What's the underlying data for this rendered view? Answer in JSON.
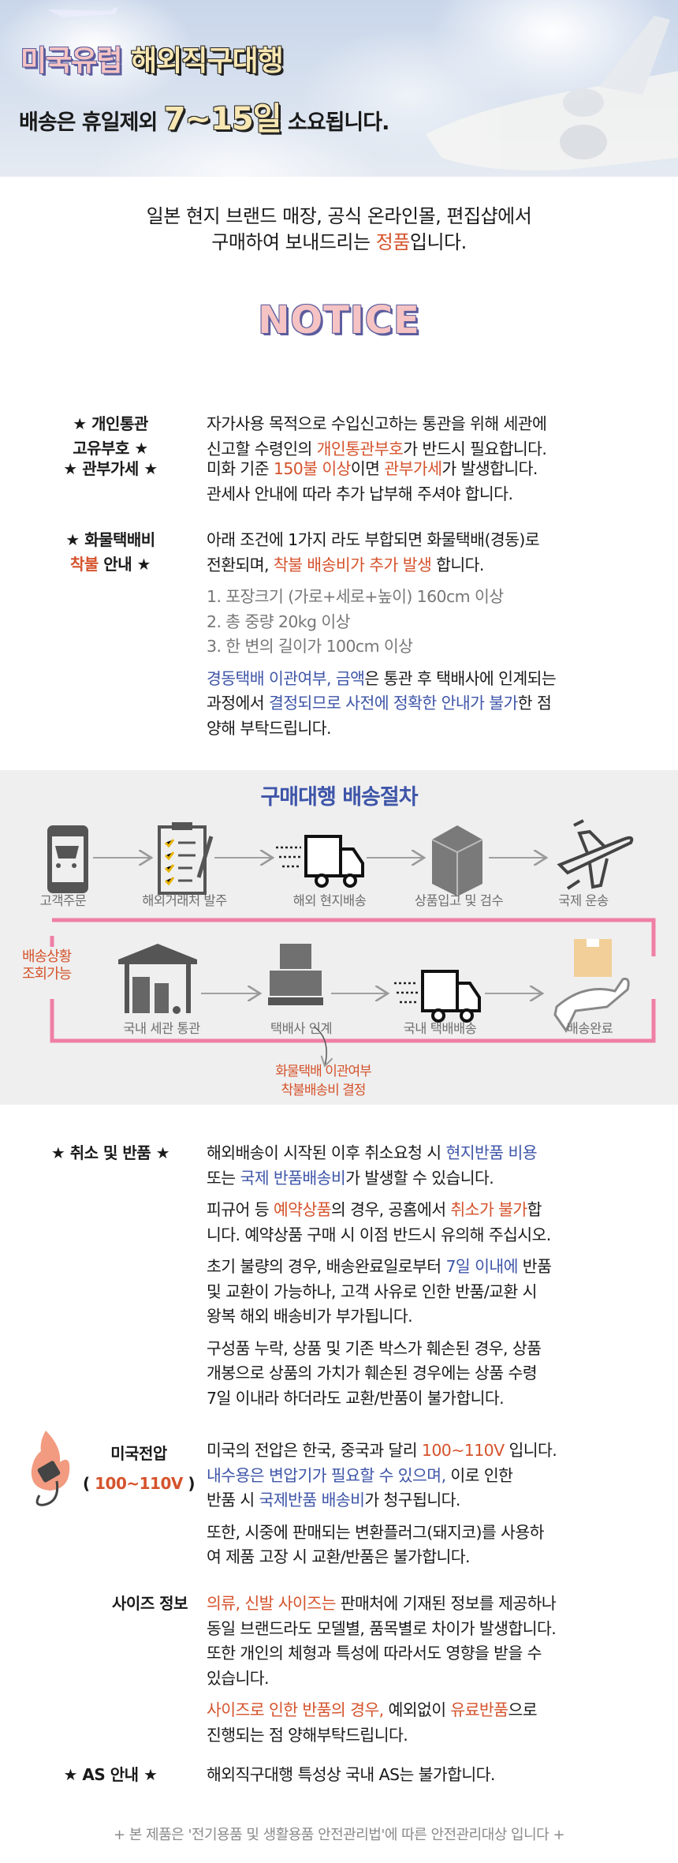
{
  "banner": {
    "title_a": "미국유럽",
    "title_b": "해외직구대행",
    "sub_a": "배송은 휴일제외",
    "sub_days": "7~15일",
    "sub_b": "소요됩니다."
  },
  "intro": {
    "line1": "일본 현지 브랜드 매장, 공식 온라인몰, 편집샵에서",
    "line2_a": "구매하여 보내드리는 ",
    "line2_hl": "정품",
    "line2_b": "입니다."
  },
  "notice_title": "NOTICE",
  "colors": {
    "orange": "#d5532c",
    "blue": "#3e55a8",
    "pink_border": "#ef7fa5",
    "gray_bg": "#efefef"
  },
  "rows": [
    {
      "id": "customs-id",
      "label": [
        [
          [
            "★ 개인통관",
            ""
          ]
        ],
        [
          [
            "고유부호 ★",
            ""
          ]
        ]
      ],
      "paras": [
        [
          [
            [
              "자가사용 목적으로 수입신고하는 통관을 위해 세관에",
              ""
            ]
          ],
          [
            [
              "신고할 수령인의 ",
              ""
            ],
            [
              "개인통관부호",
              "o"
            ],
            [
              "가 반드시 필요합니다.",
              ""
            ]
          ]
        ]
      ]
    },
    {
      "id": "duty",
      "label": [
        [
          [
            "★ 관부가세 ★",
            ""
          ]
        ]
      ],
      "paras": [
        [
          [
            [
              "미화 기준 ",
              ""
            ],
            [
              "150불 이상",
              "o"
            ],
            [
              "이면 ",
              ""
            ],
            [
              "관부가세",
              "o"
            ],
            [
              "가 발생합니다.",
              ""
            ]
          ],
          [
            [
              "관세사 안내에 따라 추가 납부해 주셔야 합니다.",
              ""
            ]
          ]
        ]
      ]
    },
    {
      "id": "freight",
      "label": [
        [
          [
            "★ 화물택배비",
            ""
          ]
        ],
        [
          [
            "착불",
            "o"
          ],
          [
            " 안내  ★",
            ""
          ]
        ]
      ],
      "paras": [
        [
          [
            [
              "아래 조건에 1가지 라도 부합되면 화물택배(경동)로",
              ""
            ]
          ],
          [
            [
              "전환되며, ",
              ""
            ],
            [
              "착불 배송비가 추가 발생",
              "o"
            ],
            [
              " 합니다.",
              ""
            ]
          ]
        ],
        [
          [
            [
              "1. 포장크기 (가로+세로+높이) 160cm 이상",
              "g"
            ]
          ],
          [
            [
              "2. 총 중량 20kg 이상",
              "g"
            ]
          ],
          [
            [
              "3. 한 변의 길이가 100cm 이상",
              "g"
            ]
          ]
        ],
        [
          [
            [
              "경동택배 이관여부, 금액",
              "b"
            ],
            [
              "은 통관 후 택배사에 인계되는",
              ""
            ]
          ],
          [
            [
              "과정에서 ",
              ""
            ],
            [
              "결정되므로 사전에 정확한 안내가 불가",
              "b"
            ],
            [
              "한 점",
              ""
            ]
          ],
          [
            [
              "양해 부탁드립니다.",
              ""
            ]
          ]
        ]
      ]
    },
    {
      "id": "cancel",
      "label": [
        [
          [
            "★ 취소 및 반품 ★",
            ""
          ]
        ]
      ],
      "paras": [
        [
          [
            [
              "해외배송이 시작된 이후 취소요청 시 ",
              ""
            ],
            [
              "현지반품 비용",
              "b"
            ]
          ],
          [
            [
              "또는 ",
              ""
            ],
            [
              "국제 반품배송비",
              "b"
            ],
            [
              "가 발생할 수 있습니다.",
              ""
            ]
          ]
        ],
        [
          [
            [
              "피규어 등 ",
              ""
            ],
            [
              "예약상품",
              "o"
            ],
            [
              "의 경우, 공홈에서 ",
              ""
            ],
            [
              "취소가 불가",
              "o"
            ],
            [
              "합",
              ""
            ]
          ],
          [
            [
              "니다. 예약상품 구매 시 이점 반드시 유의해 주십시오.",
              ""
            ]
          ]
        ],
        [
          [
            [
              "초기 불량의 경우, 배송완료일로부터 ",
              ""
            ],
            [
              "7일 이내에",
              "b"
            ],
            [
              " 반품",
              ""
            ]
          ],
          [
            [
              "및 교환이 가능하나, 고객 사유로 인한 반품/교환 시",
              ""
            ]
          ],
          [
            [
              "왕복 해외 배송비가 부가됩니다.",
              ""
            ]
          ]
        ],
        [
          [
            [
              "구성품 누락, 상품 및 기존 박스가 훼손된 경우, 상품",
              ""
            ]
          ],
          [
            [
              "개봉으로 상품의 가치가 훼손된 경우에는 상품 수령",
              ""
            ]
          ],
          [
            [
              "7일 이내라 하더라도 교환/반품이 불가합니다.",
              ""
            ]
          ]
        ]
      ]
    },
    {
      "id": "voltage",
      "label": [
        [
          [
            "미국전압",
            ""
          ]
        ],
        [
          [
            "( ",
            ""
          ],
          [
            "100~110V",
            "o"
          ],
          [
            " )",
            ""
          ]
        ]
      ],
      "paras": [
        [
          [
            [
              "미국의 전압은 한국, 중국과 달리 ",
              ""
            ],
            [
              "100~110V",
              "o"
            ],
            [
              " 입니다.",
              ""
            ]
          ],
          [
            [
              "내수용은 변압기가 필요할 수 있으며,",
              "b"
            ],
            [
              " 이로 인한",
              ""
            ]
          ],
          [
            [
              "반품 시 ",
              ""
            ],
            [
              "국제반품 배송비",
              "b"
            ],
            [
              "가 청구됩니다.",
              ""
            ]
          ]
        ],
        [
          [
            [
              "또한, 시중에 판매되는 변환플러그(돼지코)를 사용하",
              ""
            ]
          ],
          [
            [
              "여 제품 고장 시 교환/반품은 불가합니다.",
              ""
            ]
          ]
        ]
      ]
    },
    {
      "id": "size",
      "label": [
        [
          [
            "사이즈 정보",
            ""
          ]
        ]
      ],
      "paras": [
        [
          [
            [
              "의류, 신발 사이즈는",
              "o"
            ],
            [
              " 판매처에 기재된 정보를 제공하나",
              ""
            ]
          ],
          [
            [
              "동일 브랜드라도 모델별, 품목별로 차이가 발생합니다.",
              ""
            ]
          ],
          [
            [
              "또한 개인의 체형과 특성에 따라서도 영향을 받을 수",
              ""
            ]
          ],
          [
            [
              "있습니다.",
              ""
            ]
          ]
        ],
        [
          [
            [
              "사이즈로 인한 반품의 경우,",
              "o"
            ],
            [
              " 예외없이 ",
              ""
            ],
            [
              "유료반품",
              "o"
            ],
            [
              "으로",
              ""
            ]
          ],
          [
            [
              "진행되는 점 양해부탁드립니다.",
              ""
            ]
          ]
        ]
      ]
    },
    {
      "id": "as",
      "label": [
        [
          [
            "★ AS 안내 ★",
            ""
          ]
        ]
      ],
      "paras": [
        [
          [
            [
              "해외직구대행 특성상 국내 AS는 불가합니다.",
              ""
            ]
          ]
        ]
      ]
    }
  ],
  "process": {
    "title": "구매대행 배송절차",
    "steps_top": [
      "고객주문",
      "해외거래처 발주",
      "해외 현지배송",
      "상품입고 및 검수",
      "국제 운송"
    ],
    "steps_bottom": [
      "국내 세관 통관",
      "택배사 인계",
      "국내 택배배송",
      "배송완료"
    ],
    "tracking_line1": "배송상황",
    "tracking_line2": "조회가능",
    "note_line1": "화물택배 이관여부",
    "note_line2": "착불배송비 결정"
  },
  "footer": "+ 본 제품은 '전기용품 및 생활용품 안전관리법'에 따른 안전관리대상 입니다 +"
}
